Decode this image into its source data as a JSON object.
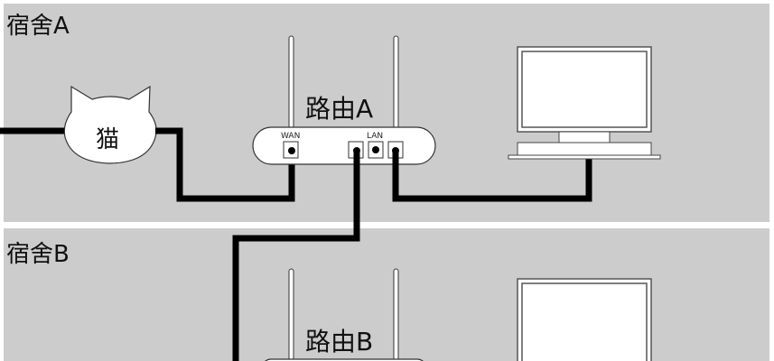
{
  "colors": {
    "room_bg": "#cccccc",
    "gap": "#ffffff",
    "cable": "#000000",
    "device_fill": "#ffffff",
    "device_stroke": "#333333"
  },
  "rooms": [
    {
      "label": "宿舍A",
      "modem": {
        "label": "猫"
      },
      "router": {
        "label": "路由A",
        "wan_label": "WAN",
        "lan_label": "LAN"
      },
      "computer": {
        "icon": "monitor-icon"
      }
    },
    {
      "label": "宿舍B",
      "router": {
        "label": "路由B"
      },
      "computer": {
        "icon": "monitor-icon"
      }
    }
  ]
}
